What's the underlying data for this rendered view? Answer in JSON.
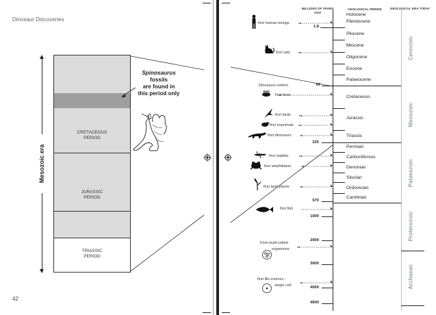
{
  "page": {
    "title": "Dinosaur Discoveries",
    "number": "42"
  },
  "left": {
    "axis_label": "Mesozoic era",
    "callout": {
      "line1": "Spinosaurus",
      "line2": "fossils",
      "line3": "are found in",
      "line4": "this period only"
    },
    "periods": {
      "cretaceous": "CRETACEOUS PERIOD",
      "jurassic": "JURASSIC PERIOD",
      "triassic": "TRIASSIC PERIOD"
    }
  },
  "right": {
    "headers": {
      "mya": "MILLIONS OF YEARS AGO",
      "period": "GEOLOGICAL PERIOD",
      "era": "GEOLOGICAL ERA TODAY"
    },
    "periods": [
      "Holocene",
      "Pleistocene",
      "Pliocene",
      "Miocene",
      "Oligocene",
      "Eocene",
      "Palaeocene",
      "Cretaceous",
      "Jurassic",
      "Triassic",
      "Permian",
      "Carboniferous",
      "Devonian",
      "Silurian",
      "Ordovician",
      "Cambrian"
    ],
    "eras": [
      "Cenozoic",
      "Mesozoic",
      "Palaeozoic",
      "Proterozoic",
      "Archaean"
    ],
    "mya": {
      "m1_8": "1.8",
      "m66": "66",
      "m225": "225",
      "m570": "570",
      "m1000": "1000",
      "m2000": "2000",
      "m3000": "3000",
      "m4000": "4000",
      "m4600": "4600"
    },
    "events": {
      "humans": "first human beings",
      "cats": "first cats",
      "extinct": "Dinosaurs extinct",
      "bees": "first bees",
      "birds": "first birds",
      "mammals": "first mammals",
      "dinosaurs": "first dinosaurs",
      "reptiles": "first reptiles",
      "amphibians": "first amphibians",
      "plants": "first land plants",
      "fish": "first fish",
      "multi1": "First multi-celled",
      "multi2": "organisms",
      "life1": "first life evolves -",
      "life2": "single cell"
    }
  }
}
